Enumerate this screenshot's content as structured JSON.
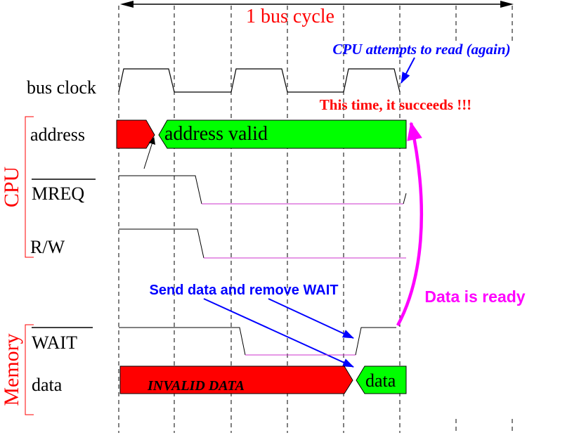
{
  "diagram": {
    "title": "1 bus cycle",
    "annotations": {
      "cpu_read_again": "CPU attempts to read (again)",
      "succeeds": "This time, it succeeds !!!",
      "send_data": "Send data and remove WAIT",
      "data_ready": "Data is ready"
    },
    "groups": {
      "cpu": "CPU",
      "memory": "Memory"
    },
    "signals": {
      "bus_clock": "bus clock",
      "address": "address",
      "mreq": "MREQ",
      "rw": "R/W",
      "wait": "WAIT",
      "data": "data"
    },
    "bus_values": {
      "address_valid": "address valid",
      "invalid_data": "INVALID DATA",
      "data": "data"
    },
    "colors": {
      "title": "#ff0000",
      "cpu_note": "#0000ff",
      "succeeds": "#ff0000",
      "send_note": "#0000ff",
      "ready": "#ff00ff",
      "group_label": "#ff0000",
      "invalid": "#ff0000",
      "valid": "#00ff00",
      "low_line": "#cc33cc"
    }
  }
}
